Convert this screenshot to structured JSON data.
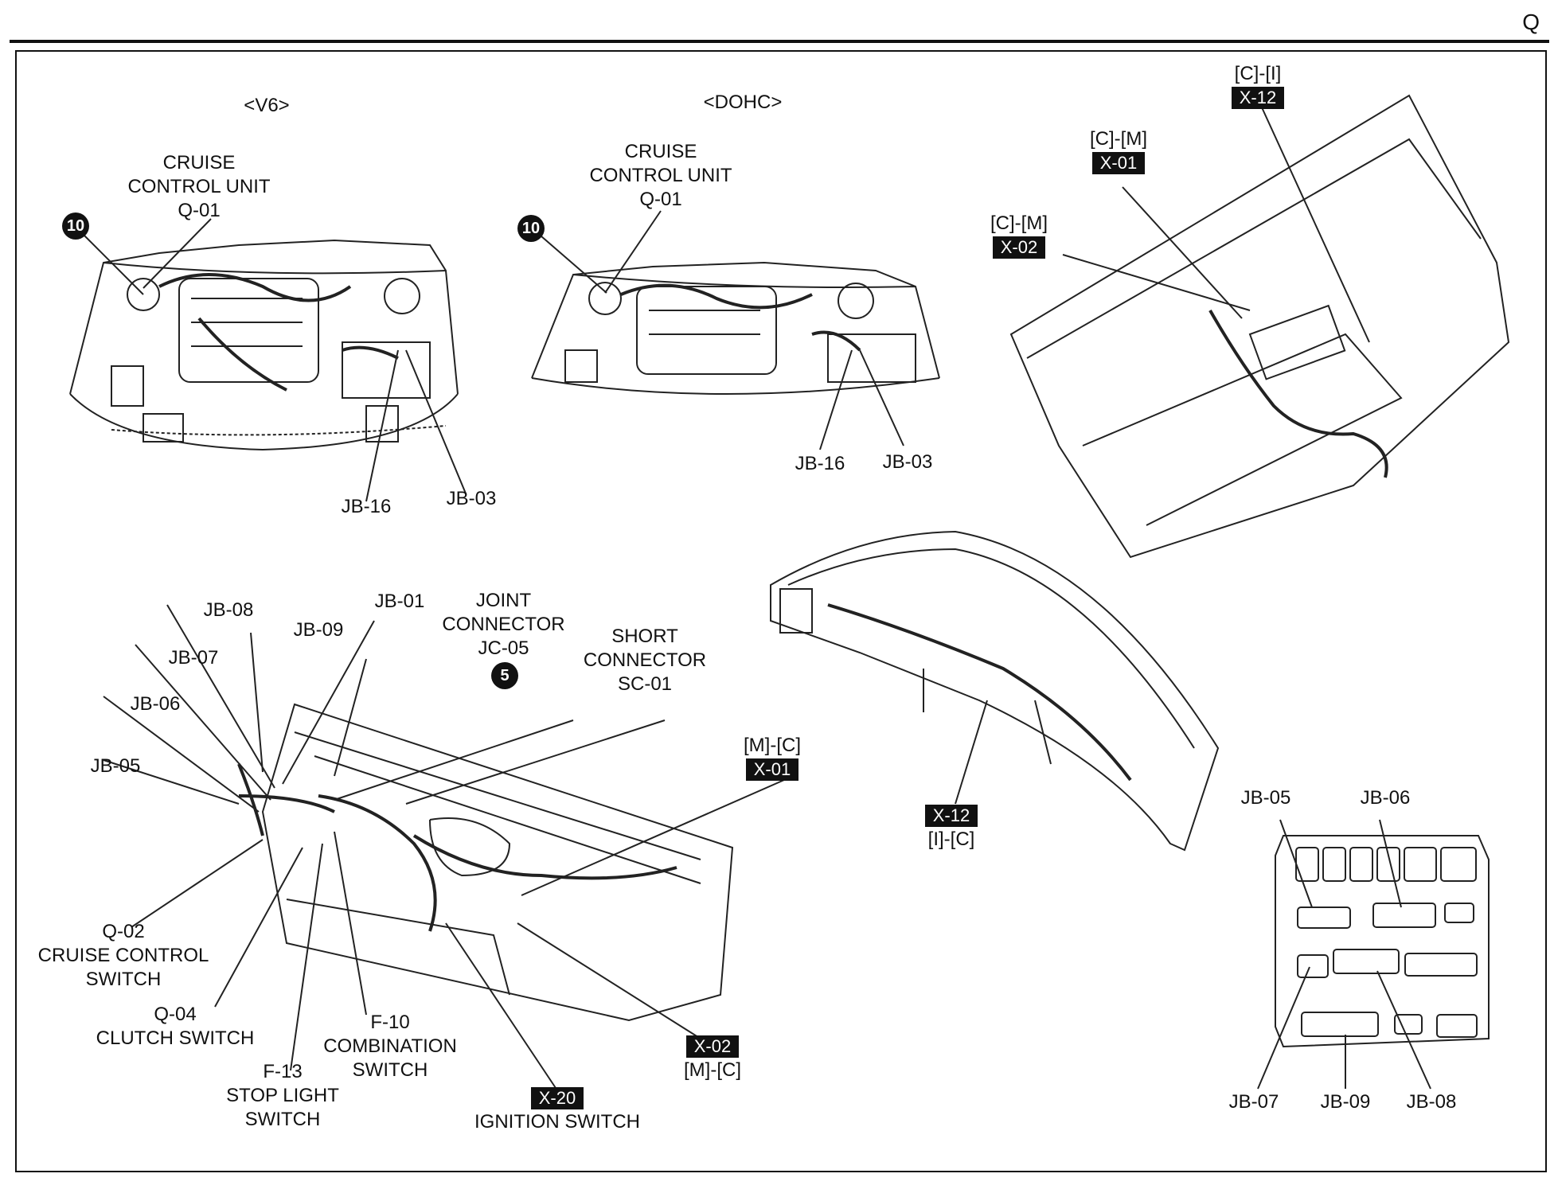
{
  "page": {
    "section_letter": "Q"
  },
  "engine_views": {
    "v6": {
      "title": "<V6>",
      "cruise_unit": [
        "CRUISE",
        "CONTROL UNIT",
        "Q-01"
      ],
      "ground_no": "10",
      "jb16": "JB-16",
      "jb03": "JB-03"
    },
    "dohc": {
      "title": "<DOHC>",
      "cruise_unit": [
        "CRUISE",
        "CONTROL UNIT",
        "Q-01"
      ],
      "ground_no": "10",
      "jb16": "JB-16",
      "jb03": "JB-03"
    }
  },
  "floor_view": {
    "x12": {
      "code": "[C]-[I]",
      "badge": "X-12"
    },
    "x01": {
      "code": "[C]-[M]",
      "badge": "X-01"
    },
    "x02": {
      "code": "[C]-[M]",
      "badge": "X-02"
    }
  },
  "dash_upper": {
    "x12": {
      "badge": "X-12",
      "code": "[I]-[C]"
    }
  },
  "dash_lower": {
    "jb08": "JB-08",
    "jb01": "JB-01",
    "jb09": "JB-09",
    "jb07": "JB-07",
    "jb06": "JB-06",
    "jb05": "JB-05",
    "joint": [
      "JOINT",
      "CONNECTOR",
      "JC-05"
    ],
    "joint_no": "5",
    "short": [
      "SHORT",
      "CONNECTOR",
      "SC-01"
    ],
    "x01": {
      "code": "[M]-[C]",
      "badge": "X-01"
    },
    "q02": [
      "Q-02",
      "CRUISE CONTROL",
      "SWITCH"
    ],
    "q04": [
      "Q-04",
      "CLUTCH SWITCH"
    ],
    "f10": [
      "F-10",
      "COMBINATION",
      "SWITCH"
    ],
    "f13": [
      "F-13",
      "STOP LIGHT",
      "SWITCH"
    ],
    "x02": {
      "badge": "X-02",
      "code": "[M]-[C]"
    },
    "x20": {
      "badge": "X-20",
      "label": "IGNITION SWITCH"
    }
  },
  "junction_box": {
    "jb05": "JB-05",
    "jb06": "JB-06",
    "jb07": "JB-07",
    "jb09": "JB-09",
    "jb08": "JB-08"
  }
}
